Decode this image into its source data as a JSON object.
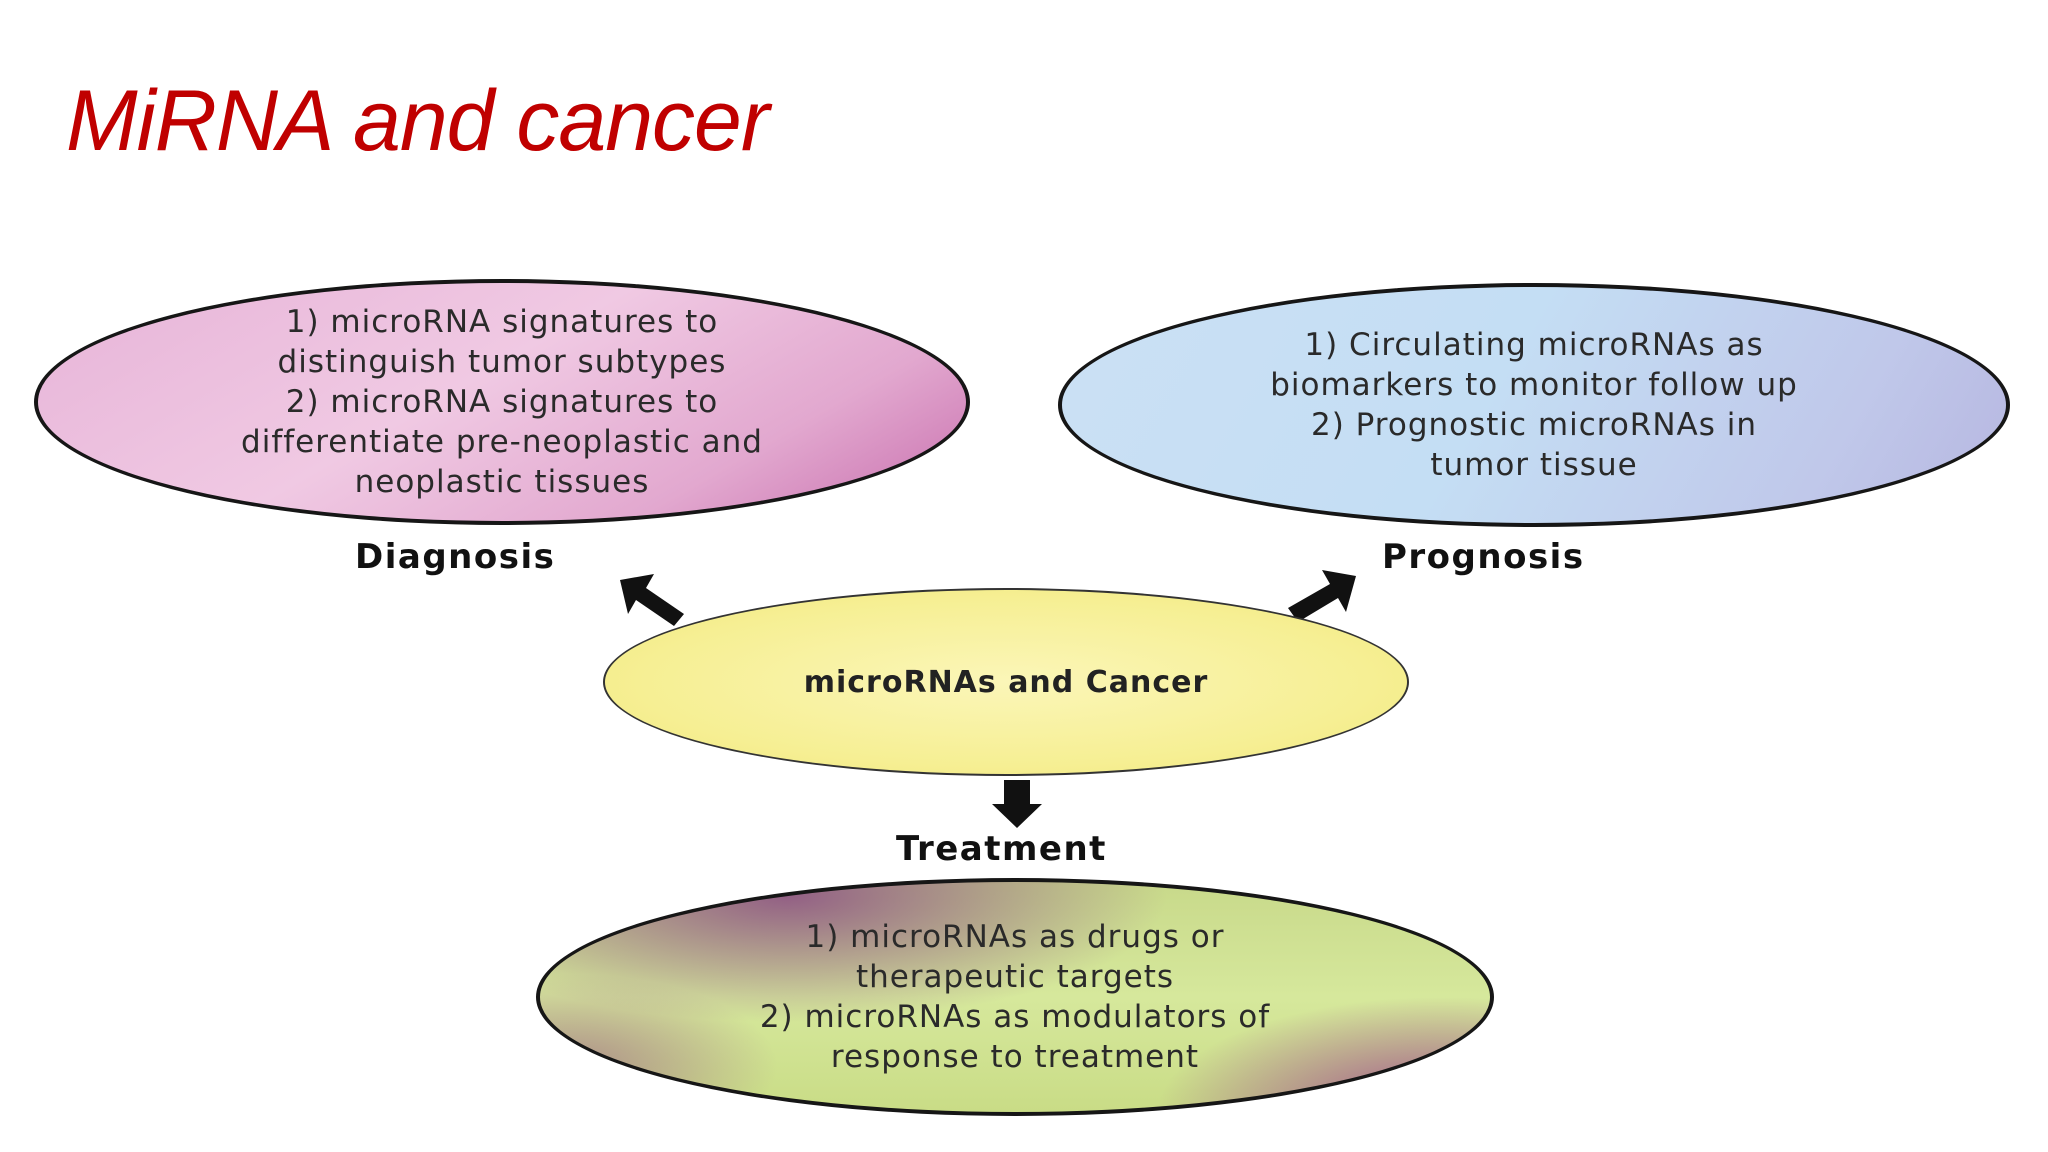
{
  "slide": {
    "title": "MiRNA and cancer"
  },
  "diagram": {
    "center": "microRNAs and Cancer",
    "diagnosis": {
      "label": "Diagnosis",
      "lines": [
        "1) microRNA signatures to",
        "distinguish tumor subtypes",
        "2) microRNA signatures to",
        "differentiate pre-neoplastic and",
        "neoplastic tissues"
      ]
    },
    "prognosis": {
      "label": "Prognosis",
      "lines": [
        "1) Circulating microRNAs as",
        "biomarkers to monitor follow up",
        "2) Prognostic microRNAs in",
        "tumor tissue"
      ]
    },
    "treatment": {
      "label": "Treatment",
      "lines": [
        "1) microRNAs as drugs or",
        "therapeutic targets",
        "2) microRNAs as modulators of",
        "response to treatment"
      ]
    }
  }
}
